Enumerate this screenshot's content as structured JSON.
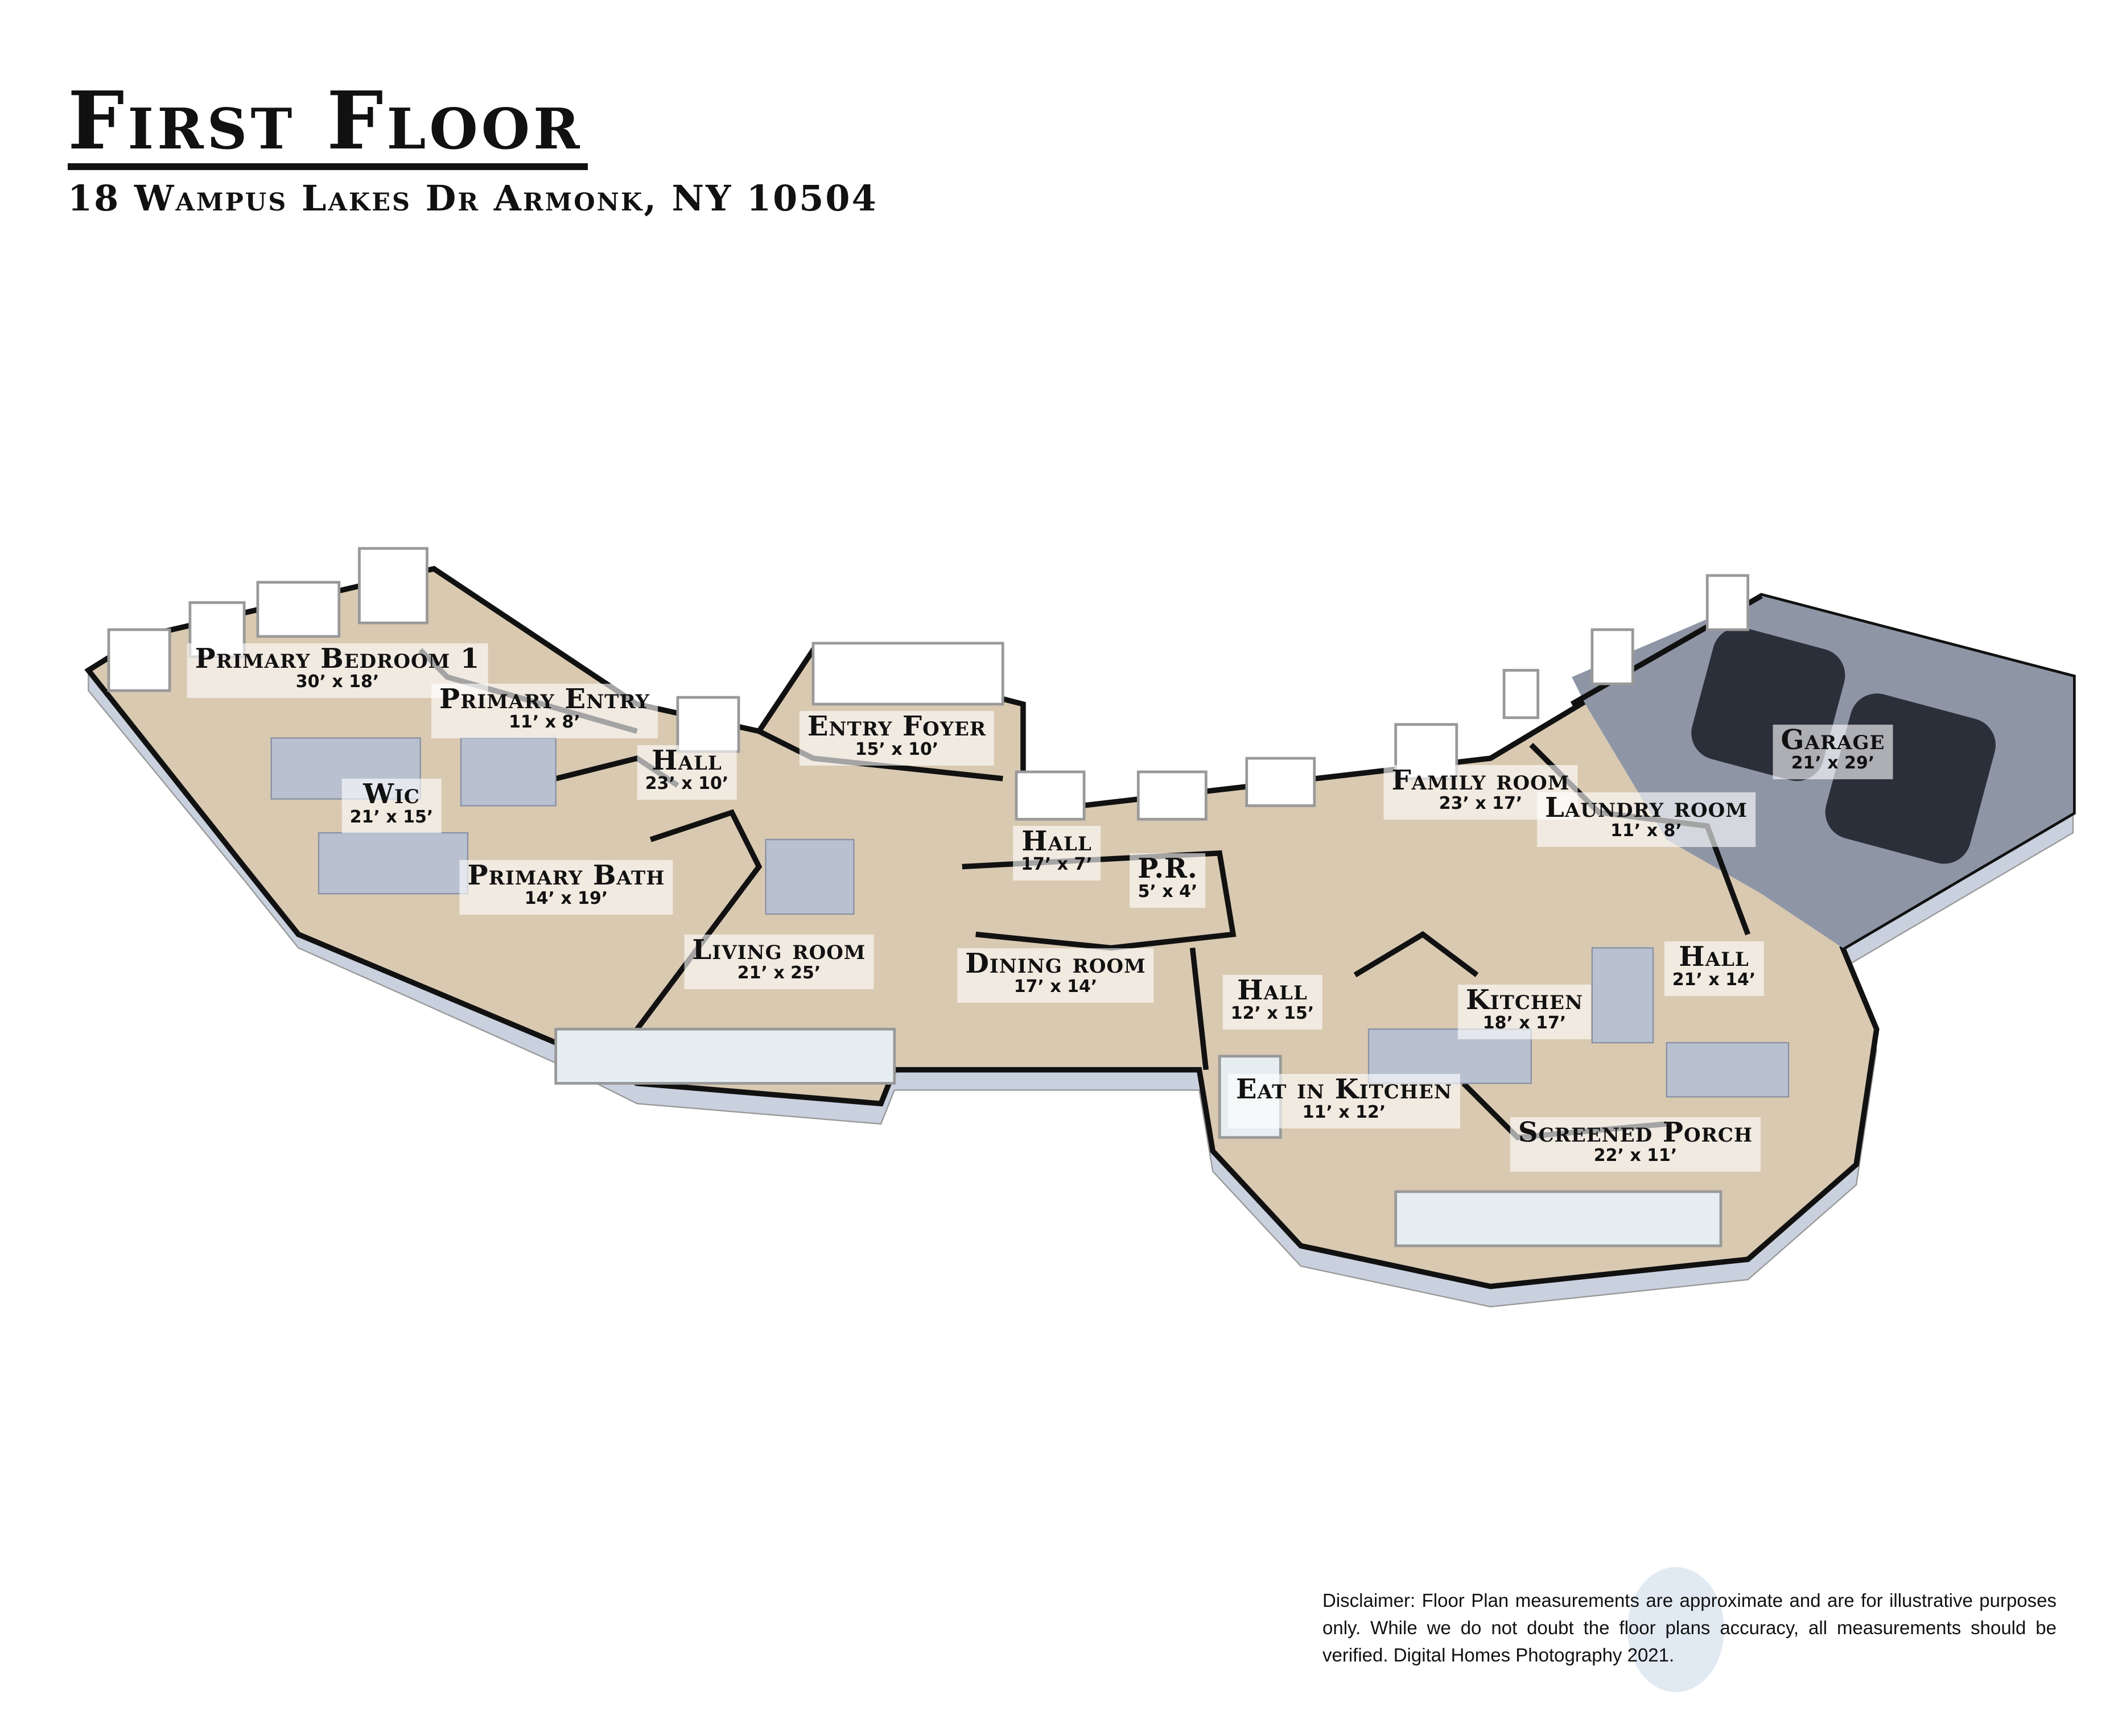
{
  "header": {
    "title": "First Floor",
    "address": "18 Wampus Lakes Dr Armonk, NY 10504"
  },
  "rooms": [
    {
      "name": "Primary Bedroom 1",
      "dims": "30’ x 18’"
    },
    {
      "name": "Primary Entry",
      "dims": "11’ x 8’"
    },
    {
      "name": "Hall",
      "dims": "23’ x 10’"
    },
    {
      "name": "Entry Foyer",
      "dims": "15’ x 10’"
    },
    {
      "name": "Wic",
      "dims": "21’ x 15’"
    },
    {
      "name": "Hall",
      "dims": "17’ x 7’"
    },
    {
      "name": "P.R.",
      "dims": "5’ x 4’"
    },
    {
      "name": "Primary Bath",
      "dims": "14’ x 19’"
    },
    {
      "name": "Living room",
      "dims": "21’ x 25’"
    },
    {
      "name": "Dining room",
      "dims": "17’ x 14’"
    },
    {
      "name": "Hall",
      "dims": "12’ x 15’"
    },
    {
      "name": "Family room",
      "dims": "23’ x 17’"
    },
    {
      "name": "Laundry room",
      "dims": "11’ x 8’"
    },
    {
      "name": "Garage",
      "dims": "21’ x 29’"
    },
    {
      "name": "Hall",
      "dims": "21’ x 14’"
    },
    {
      "name": "Kitchen",
      "dims": "18’ x 17’"
    },
    {
      "name": "Eat in Kitchen",
      "dims": "11’ x 12’"
    },
    {
      "name": "Screened Porch",
      "dims": "22’ x 11’"
    }
  ],
  "disclaimer": "Disclaimer: Floor Plan measurements are approximate and are for illustrative purposes only. While we do not doubt the floor plans accuracy, all measurements should be verified. Digital Homes Photography 2021.",
  "colors": {
    "floor": "#d9c9b1",
    "wall": "#b9c1d1",
    "wall_top": "#111111",
    "garage_floor": "#8e96a6"
  }
}
